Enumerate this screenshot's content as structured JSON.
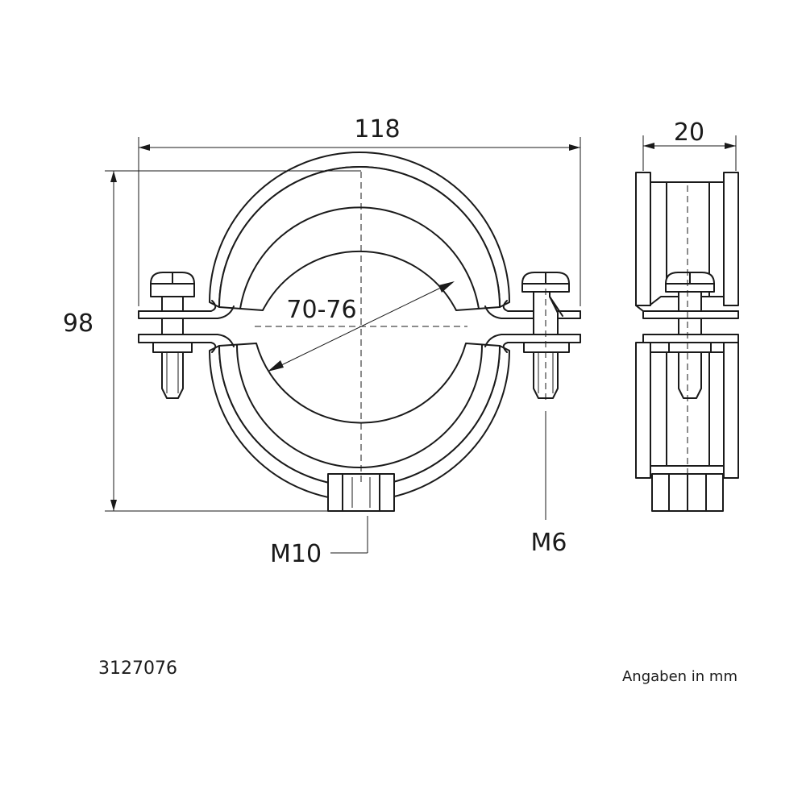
{
  "dimensions": {
    "width": "118",
    "height": "98",
    "depth": "20",
    "diameter": "70-76",
    "base_thread": "M10",
    "screw_thread": "M6"
  },
  "footer": {
    "article_number": "3127076",
    "units_note": "Angaben in mm"
  },
  "colors": {
    "line": "#1a1a1a",
    "background": "#ffffff"
  }
}
